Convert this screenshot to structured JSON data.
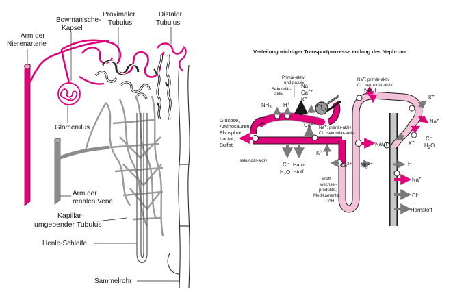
{
  "colors": {
    "magenta": "#e2007a",
    "pink_light": "#f4c2d8",
    "gray_vessel": "#8c8c8c",
    "gray_light": "#c8c8c8",
    "dark": "#1a1a1a"
  },
  "left_panel": {
    "labels": {
      "bowman_1": "Bowman'sche-",
      "bowman_2": "Kapsel",
      "proximal_1": "Proximaler",
      "proximal_2": "Tubulus",
      "distal_1": "Distaler",
      "distal_2": "Tubulus",
      "arterie_1": "Arm der",
      "arterie_2": "Nierenarterie",
      "glomerulus": "Glomerulus",
      "vene_1": "Arm der",
      "vene_2": "renalen Vene",
      "kapillar_1": "Kapillar-",
      "kapillar_2": "umgebender Tubulus",
      "henle": "Henle-Schleife",
      "sammelrohr": "Sammelrohr"
    }
  },
  "right_panel": {
    "title": "Verteilung wichtiger Transportprozesse entlang des Nephrons",
    "labels": {
      "primaer_1": "Primär-aktiv",
      "primaer_2": "und passiv",
      "sekundaer_1": "Sekundär-",
      "sekundaer_2": "aktiv",
      "na": "Na",
      "ca": "Ca",
      "k": "K",
      "nh3": "NH",
      "h": "H",
      "glucose": "Glucose,",
      "aminosaeuren": "Aminosäuren,",
      "phosphat": "Phosphat,",
      "lactat": "Lactat,",
      "sulfat": "Sulfat",
      "sek_aktiv": "sekundär-aktiv",
      "cl": "Cl",
      "h2o": "H",
      "harnstoff": "Harn-",
      "harnstoff_2": "stoff",
      "na_primaer": ": primär-aktiv",
      "cl_sekundaer": ": sekundär-aktiv",
      "stoffwechsel_1": "Sroff-",
      "stoffwechsel_2": "wechsel-",
      "stoffwechsel_3": "produkte,",
      "stoffwechsel_4": "Medikamente,",
      "stoffwechsel_5": "PAH",
      "nacl": "NaCl",
      "mg": "Mg",
      "harnstoff_full": "Harnstoff",
      "sup_plus": "+",
      "sup_2plus": "2+",
      "sup_minus": "-",
      "sub_2": "2",
      "sub_3": "3",
      "o": "O",
      "k_plus_label": "K"
    }
  }
}
